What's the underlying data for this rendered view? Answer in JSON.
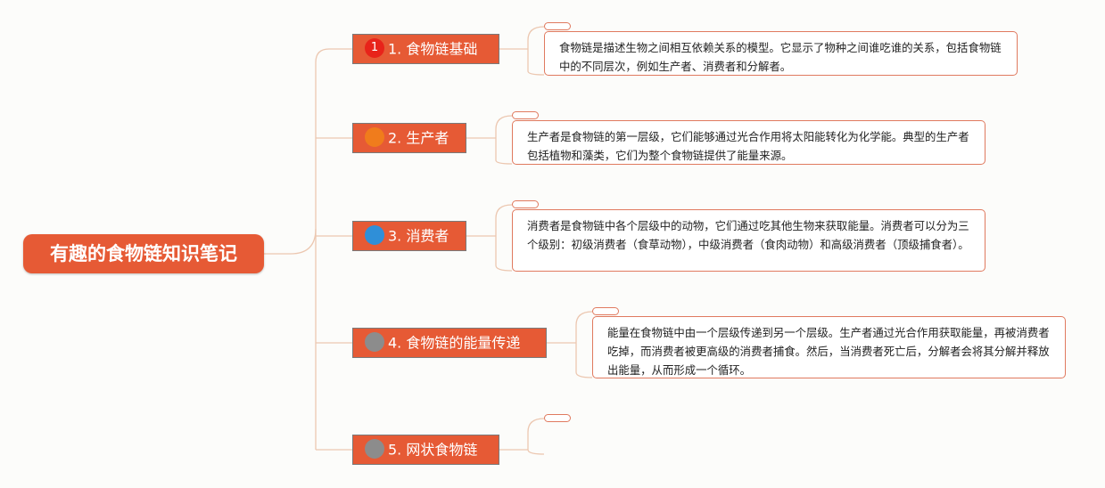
{
  "mindmap": {
    "root": {
      "title": "有趣的食物链知识笔记"
    },
    "branches": [
      {
        "label": "1. 食物链基础",
        "badge_text": "1",
        "badge_color": "#e8231a",
        "note": "食物链是描述生物之间相互依赖关系的模型。它显示了物种之间谁吃谁的关系，包括食物链中的不同层次，例如生产者、消费者和分解者。"
      },
      {
        "label": "2. 生产者",
        "badge_text": "",
        "badge_color": "#f07c1c",
        "note": "生产者是食物链的第一层级，它们能够通过光合作用将太阳能转化为化学能。典型的生产者包括植物和藻类，它们为整个食物链提供了能量来源。"
      },
      {
        "label": "3. 消费者",
        "badge_text": "",
        "badge_color": "#2f8fd8",
        "note": "消费者是食物链中各个层级中的动物，它们通过吃其他生物来获取能量。消费者可以分为三个级别：初级消费者（食草动物），中级消费者（食肉动物）和高级消费者（顶级捕食者）。"
      },
      {
        "label": "4. 食物链的能量传递",
        "badge_text": "",
        "badge_color": "#8c8c8c",
        "note": "能量在食物链中由一个层级传递到另一个层级。生产者通过光合作用获取能量，再被消费者吃掉，而消费者被更高级的消费者捕食。然后，当消费者死亡后，分解者会将其分解并释放出能量，从而形成一个循环。"
      },
      {
        "label": "5. 网状食物链",
        "badge_text": "",
        "badge_color": "#8c8c8c",
        "note": ""
      }
    ]
  },
  "colors": {
    "accent": "#e65a35",
    "connector": "#ecc7b0",
    "note_border": "#e07a5f"
  }
}
